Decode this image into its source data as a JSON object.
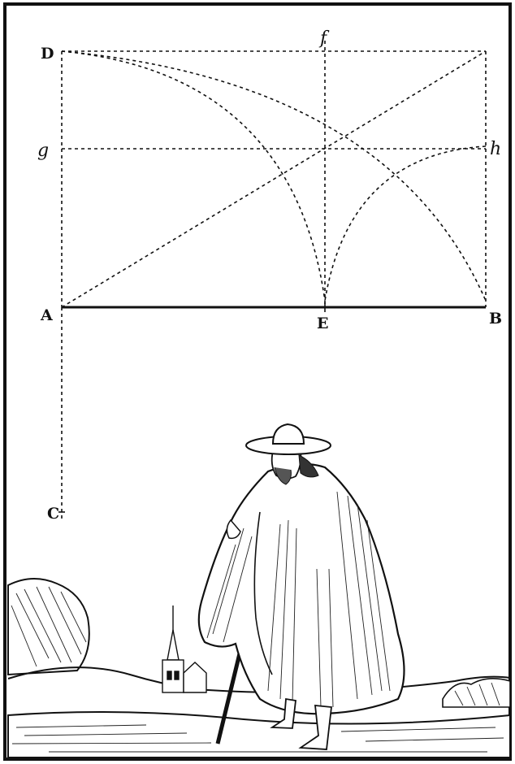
{
  "figure": {
    "points": {
      "A": "A",
      "B": "B",
      "C": "C",
      "D": "D",
      "E": "E",
      "f": "f",
      "g": "g",
      "h": "h"
    }
  },
  "illustration": {
    "subject": "man-with-cloak-and-staff",
    "background": "landscape-with-church-spire"
  },
  "colors": {
    "ink": "#111111",
    "paper": "#ffffff"
  }
}
